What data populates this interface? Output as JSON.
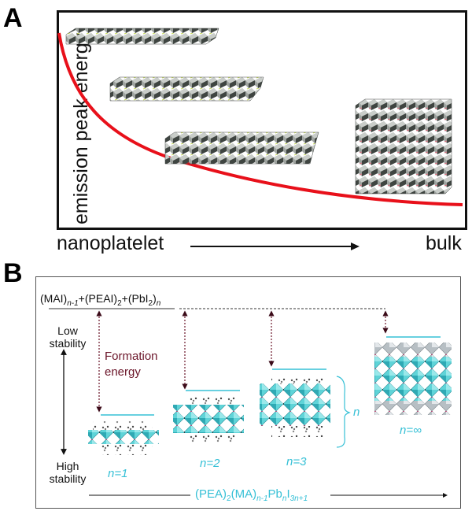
{
  "panel_a": {
    "letter": "A",
    "y_axis_label": "emission peak energy",
    "x_left_label": "nanoplatelet",
    "x_right_label": "bulk",
    "curve_color": "#e8101a",
    "structures": [
      "single-layer nanoplatelet",
      "double-layer nanoplatelet",
      "triple-layer nanoplatelet",
      "bulk cube"
    ]
  },
  "panel_b": {
    "letter": "B",
    "reactants": {
      "mai": "(MAI)",
      "mai_sub": "n-1",
      "plus1": "+",
      "peai": "(PEAI)",
      "peai_sub": "2",
      "plus2": "+",
      "pbi": "(PbI",
      "pbi_sub_inner": "2",
      "pbi_close": ")",
      "pbi_sub": "n"
    },
    "low_stability": [
      "Low",
      "stability"
    ],
    "high_stability": [
      "High",
      "stability"
    ],
    "formation_energy": [
      "Formation",
      "energy"
    ],
    "layer_labels": [
      "n=1",
      "n=2",
      "n=3",
      "n=∞"
    ],
    "brace_label": "n",
    "formula": {
      "p1": "(PEA)",
      "s1": "2",
      "p2": "(MA)",
      "s2": "n-1",
      "p3": "Pb",
      "s3": "n",
      "p4": "I",
      "s4": "3n+1"
    },
    "colors": {
      "cyan": "#36c0d6",
      "maroon": "#6a1428",
      "octahedron": "#5fd4d8",
      "bulk_top": "#b7bfc4"
    }
  }
}
